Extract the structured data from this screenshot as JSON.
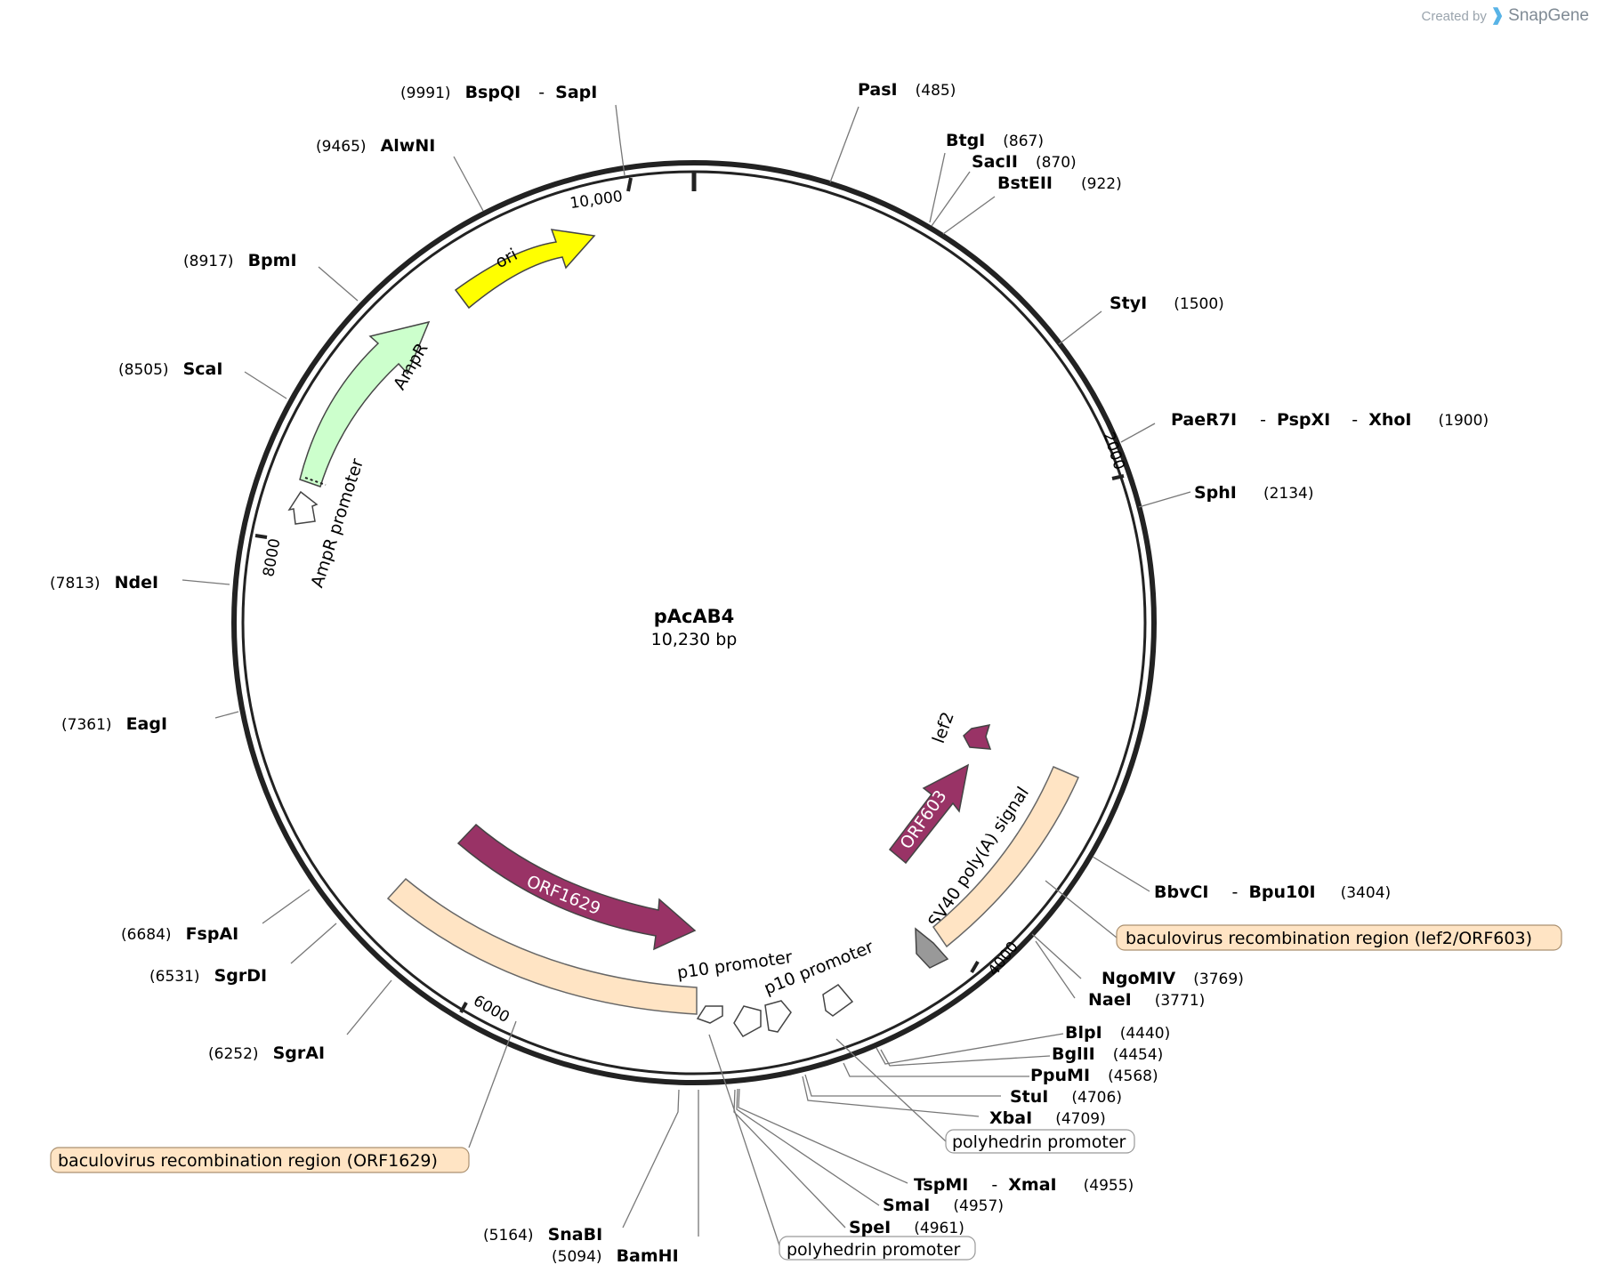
{
  "credit": {
    "prefix": "Created by",
    "logo": "icon",
    "brand": "SnapGene"
  },
  "plasmid": {
    "name": "pAcAB4",
    "length_label": "10,230 bp"
  },
  "ticks": [
    {
      "label": "10,000"
    },
    {
      "label": "2000"
    },
    {
      "label": "4000"
    },
    {
      "label": "6000"
    },
    {
      "label": "8000"
    }
  ],
  "enzymes": [
    {
      "name": "BspQI",
      "name2": "SapI",
      "pos": "(9991)"
    },
    {
      "name": "PasI",
      "pos": "(485)"
    },
    {
      "name": "AlwNI",
      "pos": "(9465)"
    },
    {
      "name": "BtgI",
      "pos": "(867)"
    },
    {
      "name": "SacII",
      "pos": "(870)"
    },
    {
      "name": "BstEII",
      "pos": "(922)"
    },
    {
      "name": "BpmI",
      "pos": "(8917)"
    },
    {
      "name": "StyI",
      "pos": "(1500)"
    },
    {
      "name": "ScaI",
      "pos": "(8505)"
    },
    {
      "name": "PaeR7I",
      "name2": "PspXI",
      "name3": "XhoI",
      "pos": "(1900)"
    },
    {
      "name": "SphI",
      "pos": "(2134)"
    },
    {
      "name": "NdeI",
      "pos": "(7813)"
    },
    {
      "name": "EagI",
      "pos": "(7361)"
    },
    {
      "name": "BbvCI",
      "name2": "Bpu10I",
      "pos": "(3404)"
    },
    {
      "name": "FspAI",
      "pos": "(6684)"
    },
    {
      "name": "SgrDI",
      "pos": "(6531)"
    },
    {
      "name": "NgoMIV",
      "pos": "(3769)"
    },
    {
      "name": "NaeI",
      "pos": "(3771)"
    },
    {
      "name": "SgrAI",
      "pos": "(6252)"
    },
    {
      "name": "BlpI",
      "pos": "(4440)"
    },
    {
      "name": "BglII",
      "pos": "(4454)"
    },
    {
      "name": "PpuMI",
      "pos": "(4568)"
    },
    {
      "name": "StuI",
      "pos": "(4706)"
    },
    {
      "name": "XbaI",
      "pos": "(4709)"
    },
    {
      "name": "TspMI",
      "name2": "XmaI",
      "pos": "(4955)"
    },
    {
      "name": "SmaI",
      "pos": "(4957)"
    },
    {
      "name": "SpeI",
      "pos": "(4961)"
    },
    {
      "name": "SnaBI",
      "pos": "(5164)"
    },
    {
      "name": "BamHI",
      "pos": "(5094)"
    }
  ],
  "features": [
    {
      "name": "ori",
      "color": "#ffff00"
    },
    {
      "name": "AmpR",
      "color": "#ccffcc"
    },
    {
      "name": "AmpR promoter",
      "color": "#ffffff"
    },
    {
      "name": "lef2",
      "color": "#993366"
    },
    {
      "name": "ORF603",
      "color": "#993366"
    },
    {
      "name": "SV40 poly(A) signal",
      "color": "#999999"
    },
    {
      "name": "ORF1629",
      "color": "#993366"
    },
    {
      "name": "p10 promoter",
      "color": "#ffffff"
    },
    {
      "name": "p10 promoter",
      "color": "#ffffff"
    },
    {
      "name": "baculovirus recombination region (lef2/ORF603)",
      "color": "#ffe4c4"
    },
    {
      "name": "baculovirus recombination region (ORF1629)",
      "color": "#ffe4c4"
    },
    {
      "name": "polyhedrin promoter",
      "color": "#ffffff"
    },
    {
      "name": "polyhedrin promoter",
      "color": "#ffffff"
    }
  ]
}
